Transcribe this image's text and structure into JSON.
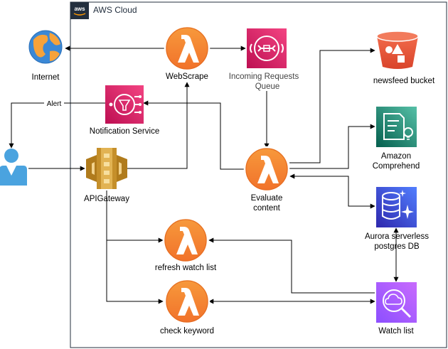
{
  "group": {
    "label": "AWS Cloud",
    "logo_text": "aws"
  },
  "nodes": {
    "internet": {
      "label": "Internet",
      "icon": "globe-icon"
    },
    "webscrape": {
      "label": "WebScrape",
      "icon": "lambda-icon",
      "color": "#f58536"
    },
    "incoming_queue": {
      "label_line1": "Incoming Requests",
      "label_line2": "Queue",
      "icon": "sqs-queue-icon",
      "color": "#e7157b"
    },
    "newsfeed_bucket": {
      "label": "newsfeed bucket",
      "icon": "s3-bucket-icon",
      "color": "#e05243"
    },
    "notification_service": {
      "label": "Notification Service",
      "icon": "sns-icon",
      "color": "#e7157b"
    },
    "user": {
      "icon": "user-icon",
      "color": "#4a9fd4"
    },
    "api_gateway": {
      "label": "APIGateway",
      "icon": "api-gateway-icon",
      "color": "#d9a741"
    },
    "evaluate_content": {
      "label_line1": "Evaluate",
      "label_line2": "content",
      "icon": "lambda-icon",
      "color": "#f58536"
    },
    "amazon_comprehend": {
      "label_line1": "Amazon",
      "label_line2": "Comprehend",
      "icon": "comprehend-icon",
      "color": "#1b9e77"
    },
    "aurora_db": {
      "label_line1": "Aurora serverless",
      "label_line2": "postgres DB",
      "icon": "aurora-icon",
      "color": "#3b48cc"
    },
    "refresh_watch_list": {
      "label": "refresh watch list",
      "icon": "lambda-icon",
      "color": "#f58536"
    },
    "check_keyword": {
      "label": "check keyword",
      "icon": "lambda-icon",
      "color": "#f58536"
    },
    "watch_list": {
      "label": "Watch list",
      "icon": "search-cloud-icon",
      "color": "#a238d4"
    }
  },
  "edges": {
    "alert_label": "Alert"
  }
}
